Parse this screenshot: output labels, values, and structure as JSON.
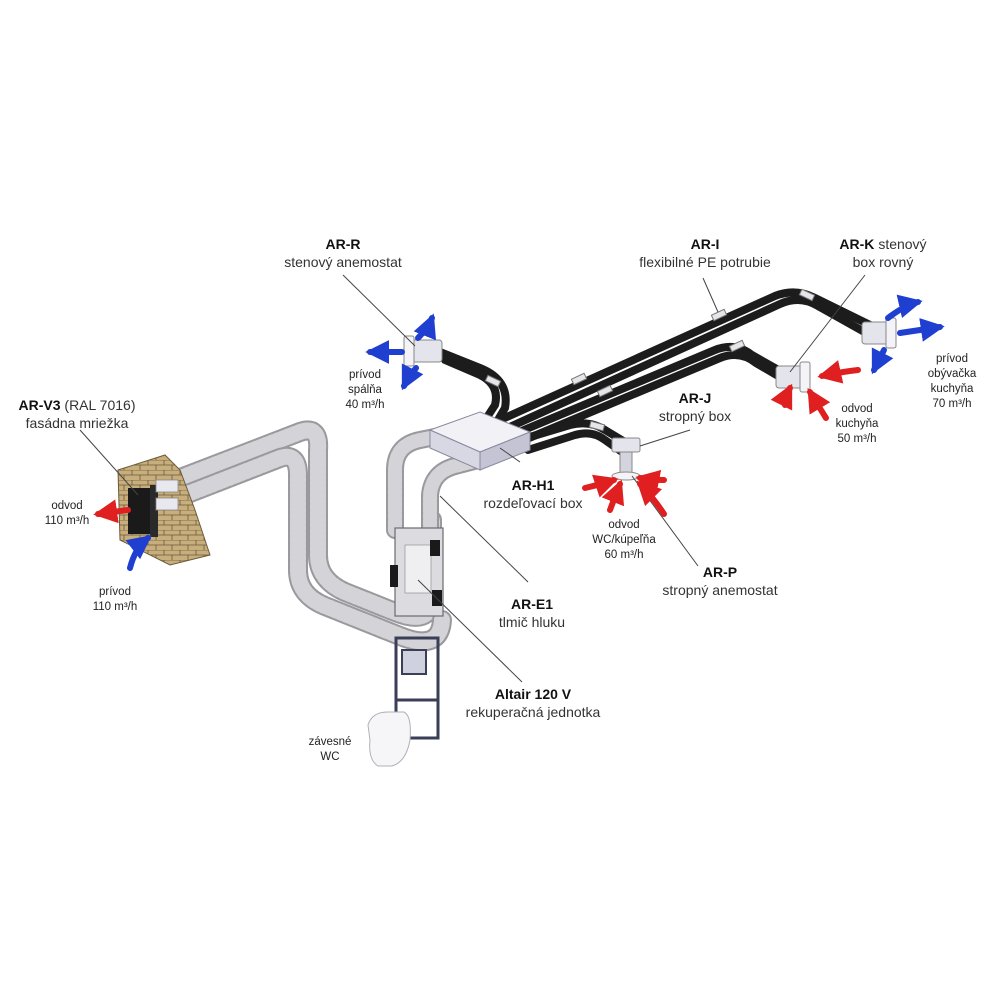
{
  "labels": {
    "ar_r": {
      "code": "AR-R",
      "desc": "stenový anemostat"
    },
    "ar_i": {
      "code": "AR-I",
      "desc": "flexibilné PE potrubie"
    },
    "ar_k": {
      "code": "AR-K",
      "desc_1": "stenový",
      "desc_2": "box rovný"
    },
    "ar_v3": {
      "code": "AR-V3",
      "extra": "(RAL 7016)",
      "desc": "fasádna mriežka"
    },
    "ar_j": {
      "code": "AR-J",
      "desc": "stropný box"
    },
    "ar_h1": {
      "code": "AR-H1",
      "desc": "rozdeľovací box"
    },
    "ar_e1": {
      "code": "AR-E1",
      "desc": "tlmič hluku"
    },
    "ar_p": {
      "code": "AR-P",
      "desc": "stropný anemostat"
    },
    "altair": {
      "code": "Altair 120 V",
      "desc": "rekuperačná jednotka"
    }
  },
  "flows": {
    "privod_spalna": {
      "line1": "prívod",
      "line2": "spálňa",
      "line3": "40 m³/h"
    },
    "privod_obyvacka": {
      "line1": "prívod",
      "line2": "obývačka",
      "line3": "kuchyňa",
      "line4": "70 m³/h"
    },
    "odvod_kuchyna": {
      "line1": "odvod",
      "line2": "kuchyňa",
      "line3": "50 m³/h"
    },
    "odvod_wc": {
      "line1": "odvod",
      "line2": "WC/kúpeľňa",
      "line3": "60 m³/h"
    },
    "odvod_fasada": {
      "line1": "odvod",
      "line2": "110 m³/h"
    },
    "privod_fasada": {
      "line1": "prívod",
      "line2": "110 m³/h"
    },
    "wc": {
      "line1": "závesné",
      "line2": "WC"
    }
  },
  "colors": {
    "supply_arrow": "#1f3fd0",
    "exhaust_arrow": "#e02020",
    "black_duct": "#1c1c1c",
    "grey_duct": "#c9c9cc",
    "brick": "#c7ae7c"
  }
}
